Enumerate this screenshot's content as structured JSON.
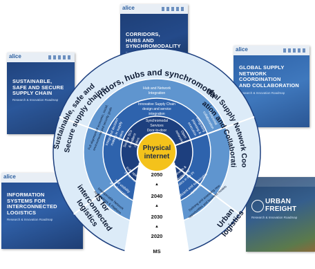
{
  "brand": "alice",
  "covers": {
    "top": {
      "title_lines": [
        "CORRIDORS,",
        "HUBS AND",
        "SYNCHROMODALITY"
      ],
      "subtitle": "Research & Innovation Roadmap"
    },
    "left": {
      "title_lines": [
        "SUSTAINABLE,",
        "SAFE AND SECURE",
        "SUPPLY CHAIN"
      ],
      "subtitle": "Research & Innovation Roadmap"
    },
    "right": {
      "title_lines": [
        "GLOBAL SUPPLY",
        "NETWORK",
        "COORDINATION",
        "AND COLLABORATION"
      ],
      "subtitle": "Research & Innovation Roadmap"
    },
    "bottom_left": {
      "title_lines": [
        "INFORMATION",
        "SYSTEMS FOR",
        "INTERCONNECTED",
        "LOGISTICS"
      ],
      "subtitle": "Research & Innovation Roadmap"
    },
    "bottom_right": {
      "title_lines": [
        "URBAN",
        "FREIGHT"
      ],
      "subtitle": "Research & Innovation Roadmap"
    }
  },
  "wheel": {
    "center_lines": [
      "Physical",
      "internet"
    ],
    "timeline": [
      "2050",
      "2040",
      "2030",
      "2020",
      "MS"
    ],
    "sectors": {
      "corridors": {
        "title": "Corridors, hubs and synchromodality",
        "rings": [
          [
            "Hub and Network",
            "Integration"
          ],
          [
            "Innovative Supply Chain",
            "design and service",
            "integration"
          ],
          [
            "Synchromodal",
            "Services",
            "Door-to-door"
          ]
        ]
      },
      "global": {
        "title_lines": [
          "Global Supply Network Coor-",
          "dination and Collaboration"
        ],
        "rings": [
          [
            "Horizontal",
            "collaboration"
          ],
          [
            "Integrating",
            "planning &",
            "execution"
          ],
          [
            "Open",
            "networks"
          ]
        ]
      },
      "urban": {
        "title_lines": [
          "Urban",
          "logistics"
        ],
        "rings": [
          [
            "Defining and assessing new",
            "opportunities and business models"
          ],
          [
            "Efficient and sustainable",
            "systems"
          ],
          [
            "Sustainable &",
            "integrated city",
            "logistics in the PI"
          ]
        ]
      },
      "info": {
        "title_lines": [
          "IS for",
          "interconnected",
          "logistics"
        ],
        "rings": [
          [
            "Interoperable Network",
            "Applications & Platform"
          ],
          [
            "Full visibility",
            "& Collaboration"
          ],
          [
            "Fully operating",
            "PI Networks"
          ]
        ]
      },
      "sustainable": {
        "title_lines": [
          "Sustainable, safe and",
          "Secure supply chains"
        ],
        "rings": [
          [
            "Full alignment of economic, social,",
            "environmental and security goals"
          ],
          [
            "Integrated decision",
            "making in supply",
            "chains"
          ],
          [
            "Secure SCs",
            "& resilient",
            "chains"
          ]
        ]
      }
    }
  },
  "colors": {
    "ring_outer": "#dcebf8",
    "ring_mid1": "#5f95cf",
    "ring_mid2": "#2e63ad",
    "ring_inner": "#1d3f7e",
    "center": "#f4c21b",
    "divider": "#ffffff"
  }
}
